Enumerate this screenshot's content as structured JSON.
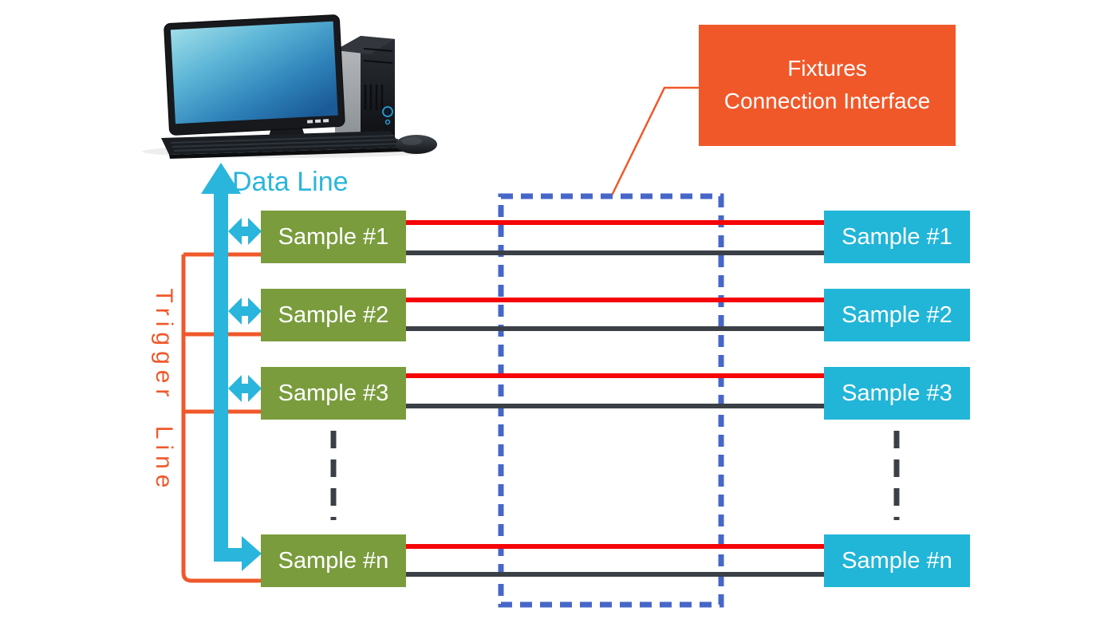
{
  "labels": {
    "data_line": "Data Line",
    "trigger_line": "Trigger Line"
  },
  "fixtures_box": {
    "line1": "Fixtures",
    "line2": "Connection Interface"
  },
  "samples": {
    "left": [
      "Sample #1",
      "Sample #2",
      "Sample #3",
      "Sample #n"
    ],
    "right": [
      "Sample #1",
      "Sample #2",
      "Sample #3",
      "Sample #n"
    ]
  },
  "colors": {
    "green_box": "#7a9c3d",
    "cyan_box": "#21b5d8",
    "orange": "#f0582a",
    "red_line": "#f50505",
    "dark_line": "#3b4046",
    "blue_dash": "#4767c8",
    "cyan_arrow": "#2ab5dc",
    "box_text": "#ffffff"
  }
}
